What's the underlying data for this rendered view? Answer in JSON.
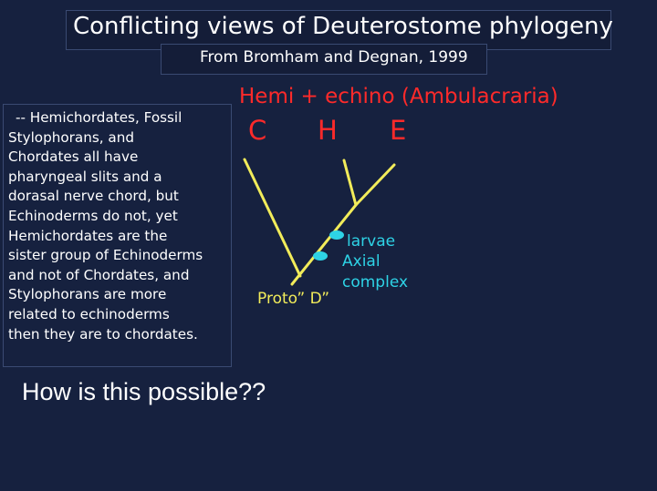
{
  "slide": {
    "title": "Conflicting views of Deuterostome phylogeny",
    "subtitle": "From Bromham and Degnan, 1999",
    "body_lines": [
      "--  Hemichordates, Fossil",
      "Stylophorans, and",
      "Chordates all have",
      "pharyngeal slits and a",
      "dorasal nerve chord, but",
      "Echinoderms do not, yet",
      "Hemichordates are the",
      "sister group of Echinoderms",
      "and not of Chordates, and",
      "Stylophorans are more",
      "related to echinoderms",
      "then they are to chordates."
    ],
    "question": "How is this possible??"
  },
  "tree": {
    "heading": "Hemi + echino   (Ambulacraria)",
    "taxa": [
      "C",
      "H",
      "E"
    ],
    "root_label": "Proto” D”",
    "characters": [
      "larvae",
      "Axial",
      "complex"
    ]
  },
  "colors": {
    "background": "#16213f",
    "text": "#ffffff",
    "taxa": "#ff2a2a",
    "branches": "#f2ec5a",
    "characters": "#2ed3e6"
  }
}
